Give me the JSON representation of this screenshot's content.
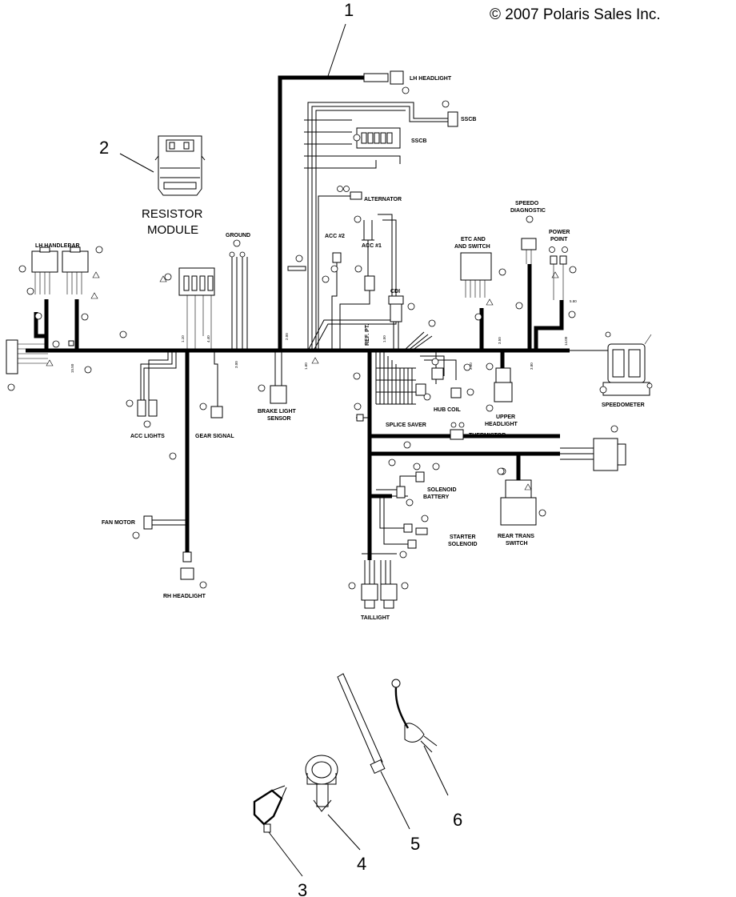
{
  "copyright": "© 2007 Polaris Sales Inc.",
  "callouts": [
    "1",
    "2",
    "3",
    "4",
    "5",
    "6"
  ],
  "resistor_module": {
    "line1": "RESISTOR",
    "line2": "MODULE"
  },
  "labels": {
    "lh_headlight": "LH HEADLIGHT",
    "sscb_1": "SSCB",
    "sscb_2": "SSCB",
    "alternator": "ALTERNATOR",
    "lh_handlebar": "LH HANDLEBAR",
    "ground": "GROUND",
    "acc_2": "ACC #2",
    "acc_1": "ACC #1",
    "cdi": "CDI",
    "etc_switch_1": "ETC AND",
    "etc_switch_2": "AND SWITCH",
    "speedo_diag_1": "SPEEDO",
    "speedo_diag_2": "DIAGNOSTIC",
    "power_point_1": "POWER",
    "power_point_2": "POINT",
    "ref_pt": "REF. PT.",
    "brake_light_1": "BRAKE LIGHT",
    "brake_light_2": "SENSOR",
    "acc_lights": "ACC LIGHTS",
    "gear_signal": "GEAR SIGNAL",
    "splice_saver": "SPLICE SAVER",
    "hub_coil": "HUB COIL",
    "upper_headlight_1": "UPPER",
    "upper_headlight_2": "HEADLIGHT",
    "speedometer": "SPEEDOMETER",
    "thermistor": "THERMISTOR",
    "solenoid_battery_1": "SOLENOID",
    "solenoid_battery_2": "BATTERY",
    "starter_solenoid_1": "STARTER",
    "starter_solenoid_2": "SOLENOID",
    "rear_trans_1": "REAR TRANS",
    "rear_trans_2": "SWITCH",
    "fan_motor": "FAN MOTOR",
    "rh_headlight": "RH HEADLIGHT",
    "taillight": "TAILLIGHT"
  },
  "measurements": {
    "m1": "2.00",
    "m2": "1.60",
    "m3": "1.10",
    "m4": "4.40",
    "m5": "3.00",
    "m6": "1.50",
    "m7": "15.50",
    "m8": "2.50",
    "m9": "3.50",
    "m10": "3.80",
    "m11": "5.80",
    "m12": "14.00"
  }
}
